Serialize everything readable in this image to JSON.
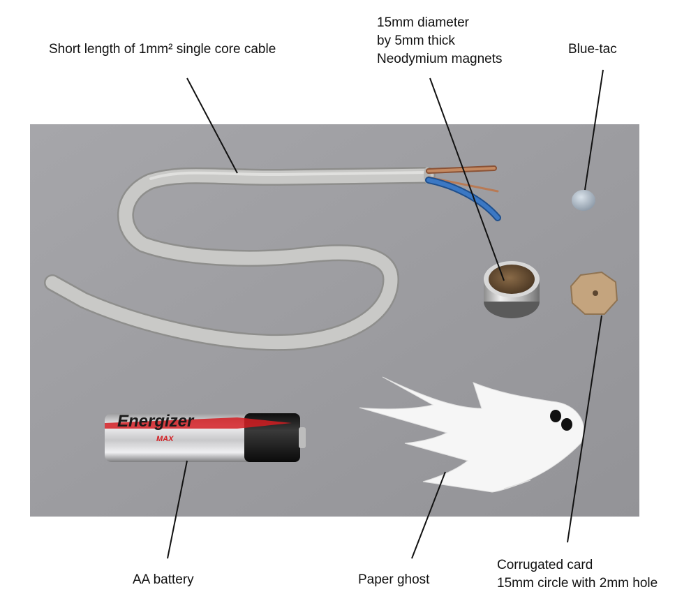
{
  "labels": {
    "cable": "Short length of 1mm² single core cable",
    "magnets": [
      "15mm diameter",
      "by 5mm thick",
      "Neodymium magnets"
    ],
    "bluetac": "Blue-tac",
    "battery": "AA battery",
    "ghost": "Paper ghost",
    "card": [
      "Corrugated card",
      "15mm circle with 2mm hole"
    ]
  },
  "battery_branding": {
    "brand": "Energizer",
    "model": "MAX"
  },
  "colors": {
    "backdrop": "#9c9ca0",
    "cable": "#c9c9c7",
    "blue_wire": "#3b78c4",
    "copper_wire": "#b87a55",
    "magnet_rim": "#cfcfcf",
    "magnet_top": "#6e5438",
    "card": "#c4a47e",
    "ghost": "#f6f6f6",
    "battery_silver": "#d8d8da",
    "battery_black": "#1b1b1b",
    "battery_red": "#d21d22"
  }
}
